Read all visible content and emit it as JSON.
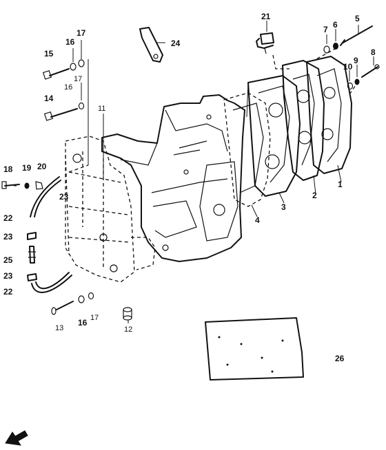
{
  "callouts": {
    "p1": "1",
    "p2": "2",
    "p3": "3",
    "p4": "4",
    "p5": "5",
    "p6": "6",
    "p7": "7",
    "p8": "8",
    "p9": "9",
    "p10": "10",
    "p11": "11",
    "p12": "12",
    "p13": "13",
    "p14": "14",
    "p15": "15",
    "p16a": "16",
    "p16b": "16",
    "p16c": "16",
    "p17a": "17",
    "p17b": "17",
    "p17c": "17",
    "p18": "18",
    "p19": "19",
    "p20": "20",
    "p21": "21",
    "p22a": "22",
    "p22b": "22",
    "p23a": "23",
    "p23b": "23",
    "p23c": "23",
    "p24": "24",
    "p25": "25",
    "p26": "26"
  },
  "colors": {
    "ink": "#111111",
    "paper": "#ffffff"
  },
  "icons": {
    "corner": "forward-arrow-icon"
  }
}
